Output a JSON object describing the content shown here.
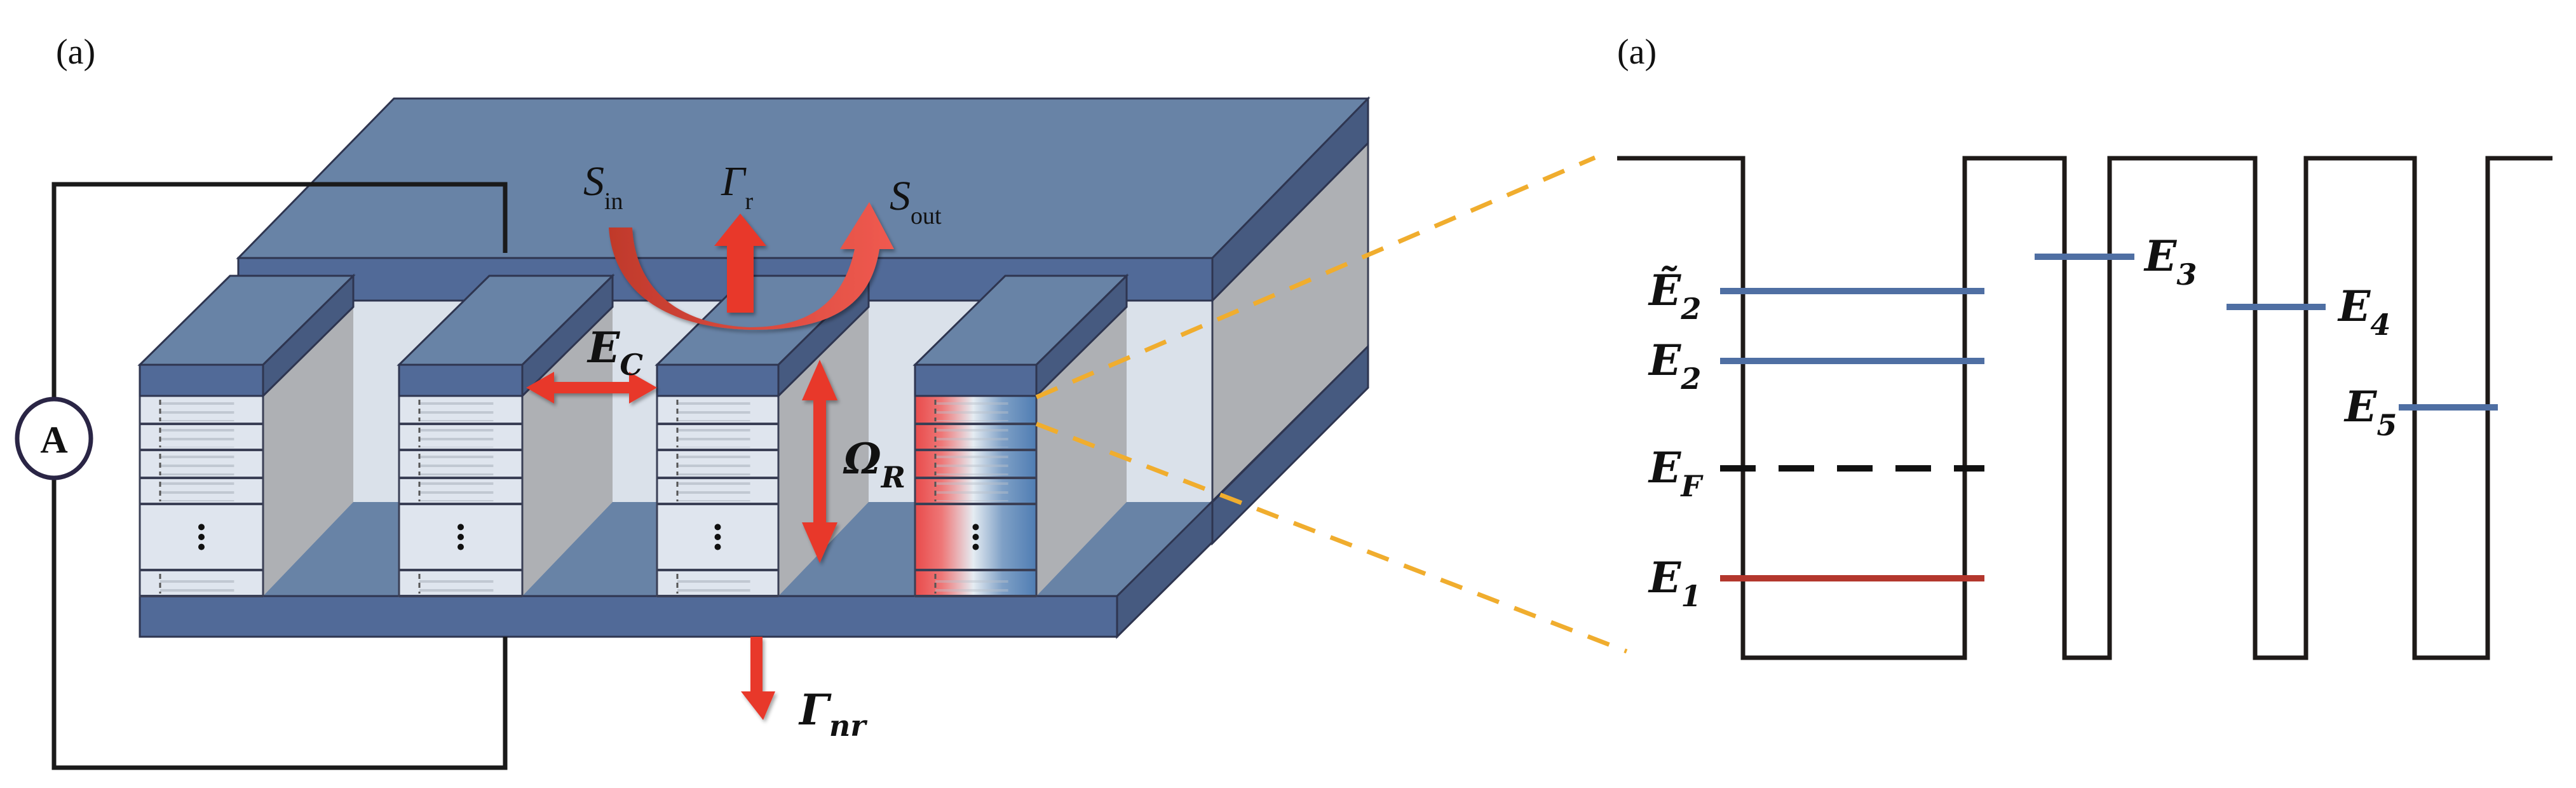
{
  "figure": {
    "left_panel_label": "(a)",
    "right_panel_label": "(a)",
    "colors": {
      "slab_top": "#6883a6",
      "slab_front": "#516a98",
      "slab_side": "#465a80",
      "gray_wall": "#aeb0b4",
      "cavity": "#dae1ea",
      "layer_bg": "#dfe5ee",
      "arrow_red": "#e8372c",
      "curved_arrow_dark": "#c0392b",
      "guide_dash": "#f0ad2e",
      "level_blue": "#4f6fa3",
      "level_red": "#b3372d",
      "wire": "#1a1a1a",
      "gradient_red": "#e94b4b",
      "gradient_white": "#e5ecf2",
      "gradient_blue": "#4f7db3"
    }
  },
  "device": {
    "ammeter_label": "A",
    "pillar_count": 4,
    "highlighted_pillar_index": 3,
    "labels": {
      "s_in": {
        "main": "S",
        "sub": "in"
      },
      "gamma_r": {
        "main": "Γ",
        "sub": "r"
      },
      "s_out": {
        "main": "S",
        "sub": "out"
      },
      "e_c": {
        "main": "E",
        "sub": "C"
      },
      "omega_r": {
        "main": "Ω",
        "sub": "R"
      },
      "gamma_nr": {
        "main": "Γ",
        "sub": "nr"
      }
    }
  },
  "energy_diagram": {
    "levels": [
      {
        "id": "E2_tilde",
        "main": "Ẽ",
        "sub": "2",
        "style": "solid",
        "color": "blue",
        "well": 1
      },
      {
        "id": "E2",
        "main": "E",
        "sub": "2",
        "style": "solid",
        "color": "blue",
        "well": 1
      },
      {
        "id": "EF",
        "main": "E",
        "sub": "F",
        "style": "dashed",
        "color": "black",
        "well": 1
      },
      {
        "id": "E1",
        "main": "E",
        "sub": "1",
        "style": "solid",
        "color": "red",
        "well": 1
      },
      {
        "id": "E3",
        "main": "E",
        "sub": "3",
        "style": "solid",
        "color": "blue",
        "well": 2
      },
      {
        "id": "E4",
        "main": "E",
        "sub": "4",
        "style": "solid",
        "color": "blue",
        "well": 3
      },
      {
        "id": "E5",
        "main": "E",
        "sub": "5",
        "style": "solid",
        "color": "blue",
        "well": 4
      }
    ],
    "well_count": 4
  }
}
